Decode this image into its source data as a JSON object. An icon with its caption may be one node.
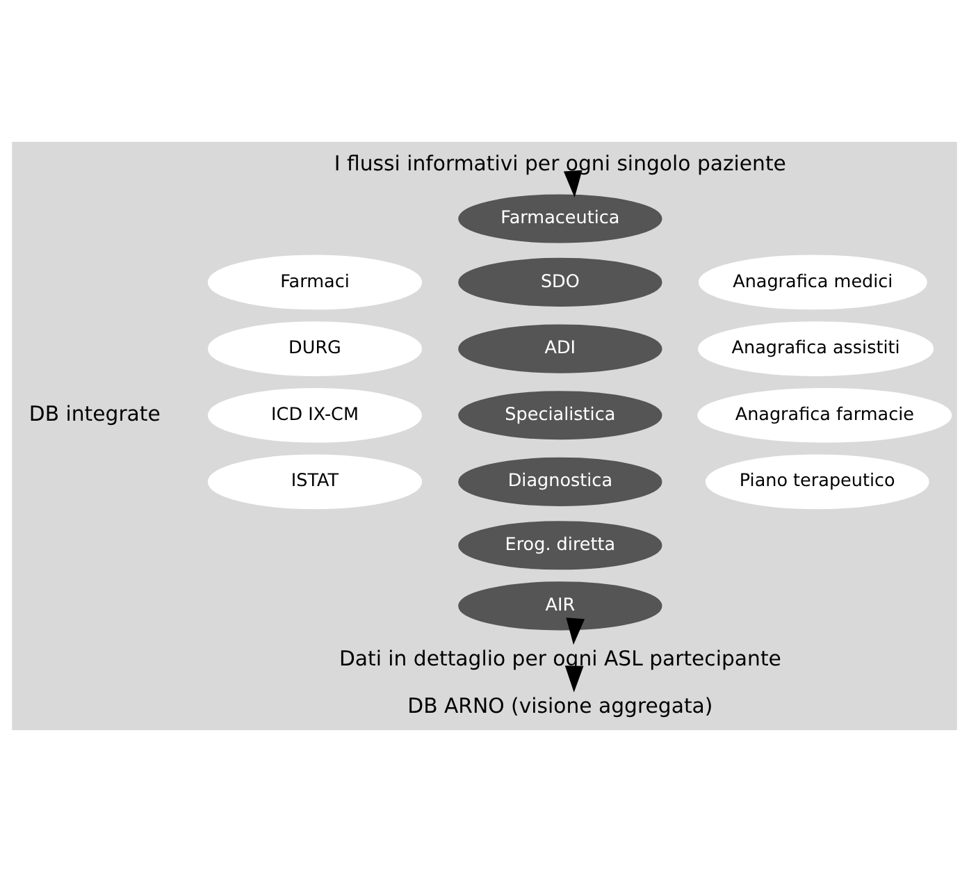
{
  "diagram": {
    "nodes": [
      {
        "text": [
          "I flussi informativi per ogni singolo paziente"
        ]
      },
      {
        "text": [
          "Farmaceutica"
        ]
      },
      {
        "text": [
          "SDO"
        ]
      },
      {
        "text": [
          "ADI"
        ]
      },
      {
        "text": [
          "Specialistica"
        ]
      },
      {
        "text": [
          "Diagnostica"
        ]
      },
      {
        "text": [
          "Erog. diretta"
        ]
      },
      {
        "text": [
          "AIR"
        ]
      },
      {
        "text": [
          "Dati in dettaglio per ogni ASL partecipante"
        ]
      },
      {
        "text": [
          "DB ARNO (visione aggregata)"
        ]
      },
      {
        "text": [
          "Farmaci"
        ]
      },
      {
        "text": [
          "Anagrafica medici"
        ]
      },
      {
        "text": [
          "DURG"
        ]
      },
      {
        "text": [
          "Anagrafica assistiti"
        ]
      },
      {
        "text": [
          "ICD IX-CM"
        ]
      },
      {
        "text": [
          "Anagrafica farmacie"
        ]
      },
      {
        "text": [
          "ISTAT"
        ]
      },
      {
        "text": [
          "Piano terapeutico"
        ]
      }
    ],
    "edges": [
      {
        "from": 0,
        "to": 1,
        "arrow": "to"
      },
      {
        "from": 7,
        "to": 8,
        "arrow": "to"
      },
      {
        "from": 8,
        "to": 9,
        "arrow": "to"
      }
    ],
    "labels": [
      "DB integrate"
    ]
  }
}
